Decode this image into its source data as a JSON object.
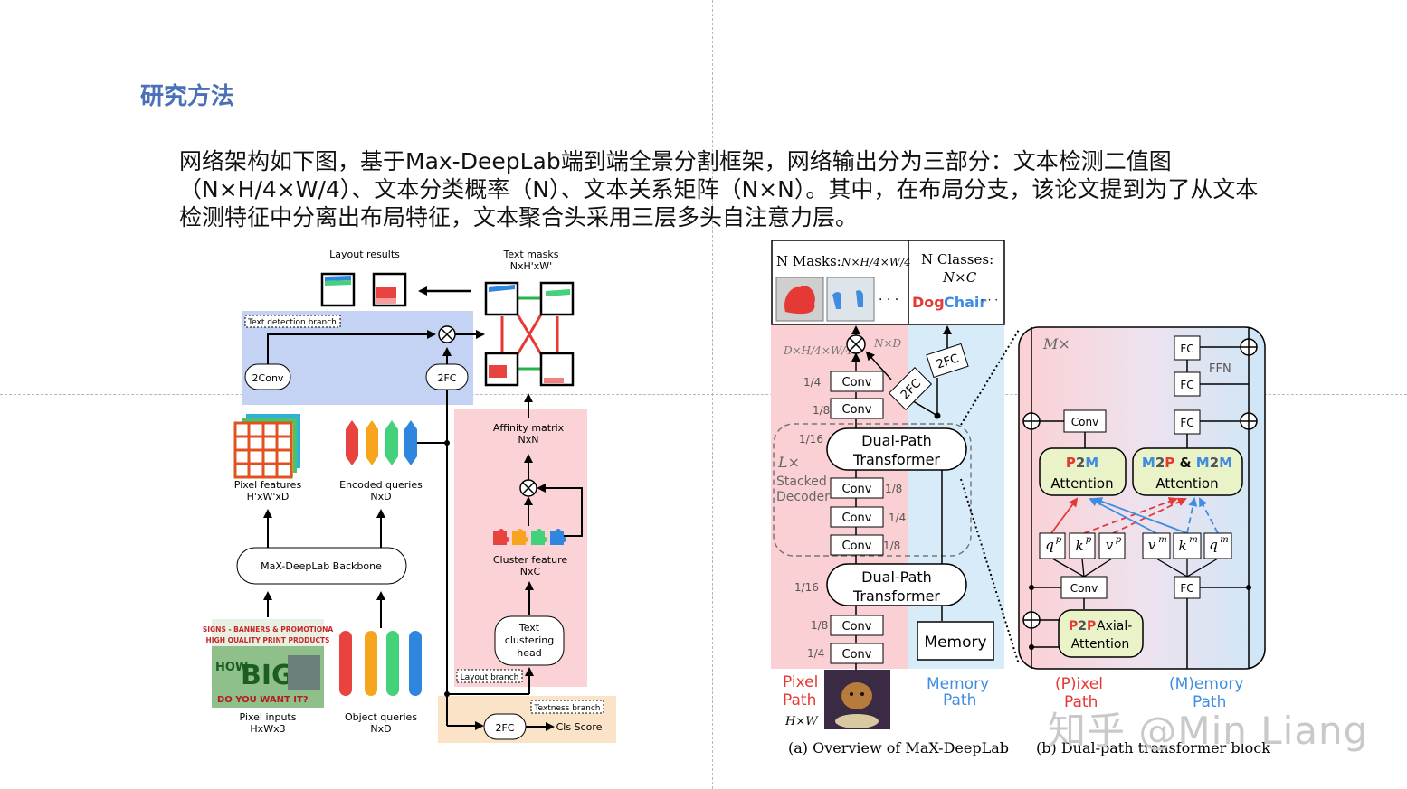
{
  "slide": {
    "title": "研究方法",
    "paragraph": "网络架构如下图，基于Max-DeepLab端到端全景分割框架，网络输出分为三部分：文本检测二值图（N×H/4×W/4）、文本分类概率（N）、文本关系矩阵（N×N）。其中，在布局分支，该论文提到为了从文本检测特征中分离出布局特征，文本聚合头采用三层多头自注意力层。",
    "watermark": "知乎 @Min Liang"
  },
  "left_diagram": {
    "layout_results": "Layout results",
    "text_masks": "Text masks",
    "text_masks_dim": "NxH'xW'",
    "text_detection_branch": "Text detection branch",
    "conv2": "2Conv",
    "fc2_top": "2FC",
    "affinity_matrix": "Affinity matrix",
    "affinity_dim": "NxN",
    "pixel_features": "Pixel features",
    "pixel_features_dim": "H'xW'xD",
    "encoded_queries": "Encoded queries",
    "encoded_queries_dim": "NxD",
    "cluster_feature": "Cluster feature",
    "cluster_feature_dim": "NxC",
    "backbone": "MaX-DeepLab Backbone",
    "text_clustering_line1": "Text",
    "text_clustering_line2": "clustering",
    "text_clustering_line3": "head",
    "layout_branch": "Layout branch",
    "textness_branch": "Textness branch",
    "fc2_bottom": "2FC",
    "cls_score": "Cls Score",
    "pixel_inputs": "Pixel inputs",
    "pixel_inputs_dim": "HxWx3",
    "object_queries": "Object queries",
    "object_queries_dim": "NxD",
    "photo_line1": "SIGNS - BANNERS & PROMOTIONA",
    "photo_line2": "HIGH QUALITY PRINT PRODUCTS",
    "photo_how": "HOW",
    "photo_big": "BIG",
    "photo_line3": "DO YOU WANT IT?"
  },
  "right_diagram": {
    "n_masks": "N Masks:",
    "n_masks_dim": "N×H/4×W/4",
    "n_classes": "N Classes:",
    "n_classes_dim": "N×C",
    "dog": "Dog",
    "chair": "Chair",
    "ellipsis": "· · ·",
    "dhw": "D×H/4×W/4",
    "nxd": "N×D",
    "conv": "Conv",
    "fc2": "2FC",
    "r14": "1/4",
    "r18": "1/8",
    "r116": "1/16",
    "lx": "L×",
    "stacked": "Stacked",
    "decoder": "Decoder",
    "dpt_line1": "Dual-Path",
    "dpt_line2": "Transformer",
    "memory": "Memory",
    "pixel_path_1": "Pixel",
    "pixel_path_2": "Path",
    "hxw": "H×W",
    "memory_path_1": "Memory",
    "memory_path_2": "Path",
    "caption_a": "(a) Overview of MaX-DeepLab",
    "mx": "M×",
    "fc": "FC",
    "ffn": "FFN",
    "p2m_attention": "Attention",
    "m2p_attention": "Attention",
    "p2p_line1": "Axial-",
    "p2p_line2": "Attention",
    "qp": "q",
    "kp": "k",
    "vp": "v",
    "vm": "v",
    "km": "k",
    "qm": "q",
    "sup_p": "p",
    "sup_m": "m",
    "pixel_label": "(P)ixel",
    "pixel_label_path": "Path",
    "memory_label": "(M)emory",
    "memory_label_path": "Path",
    "caption_b": "(b) Dual-path transformer block"
  },
  "colors": {
    "title_blue": "#4a70b8",
    "blue_panel": "#c4d3f3",
    "pink_panel": "#fbd3d6",
    "orange_panel": "#fbe3c8",
    "pixel_red": "#e53935",
    "memory_blue": "#3f8de0",
    "attention_green": "#eaf3c8"
  }
}
